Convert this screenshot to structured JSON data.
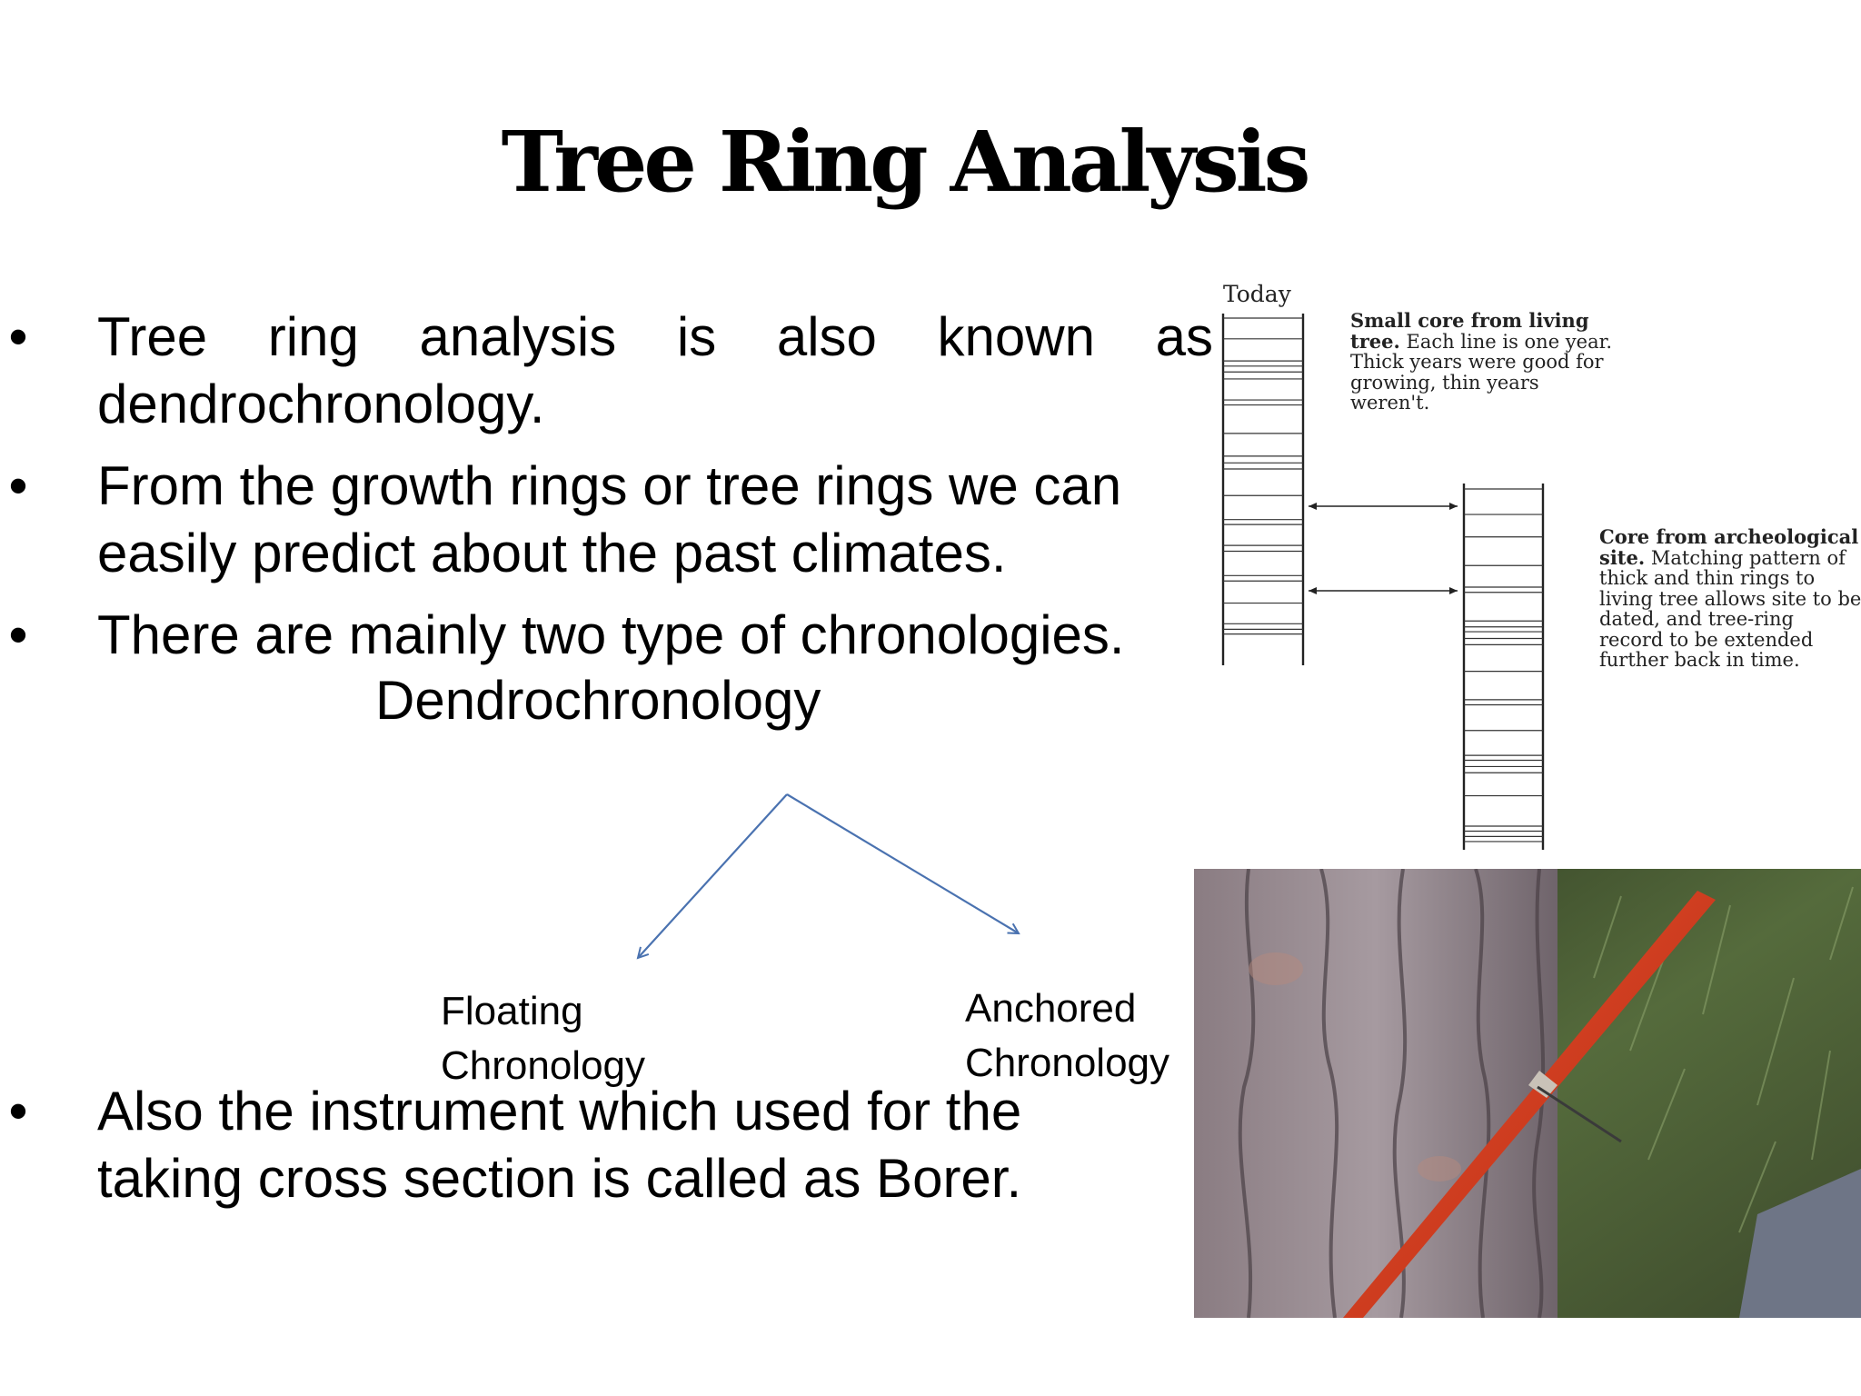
{
  "title": "Tree Ring Analysis",
  "bullets": {
    "b1_words": [
      "Tree",
      "ring",
      "analysis",
      "is",
      "also",
      "known",
      "as"
    ],
    "b1_line2": "dendrochronology.",
    "b2_line1": "From the growth rings or tree rings  we can",
    "b2_line2": "easily predict about the past climates.",
    "b3_line1": "There are mainly two type of chronologies.",
    "b4_line1": "Also the instrument which used for the",
    "b4_line2": "taking cross section is called as Borer."
  },
  "bullet_symbol": "•",
  "tree": {
    "root": "Dendrochronology",
    "left_line1": "Floating",
    "left_line2": "Chronology",
    "right_line1": "Anchored",
    "right_line2": "Chronology"
  },
  "diagram": {
    "today_label": "Today",
    "note1_bold": "Small core from living tree.",
    "note1_rest": "Each line is one year. Thick years were good for growing, thin years weren't.",
    "note2_bold": "Core from archeological site.",
    "note2_rest": "Matching pattern of thick and thin rings to living tree allows site to be dated, and tree-ring record to be extended further back in time."
  },
  "colors": {
    "arrow": "#4a72b0",
    "borer": "#d9361c",
    "bark": "#7b6e73"
  }
}
